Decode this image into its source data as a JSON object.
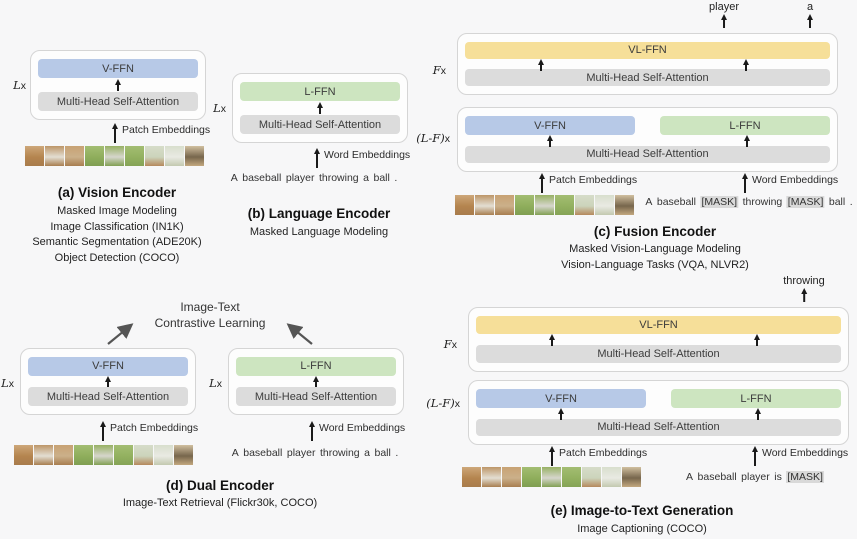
{
  "colors": {
    "v_ffn": "#b7c9e7",
    "l_ffn": "#cde5c0",
    "vl_ffn": "#f6df99",
    "mhsa": "#dcdcdc",
    "mask_bg": "#d9d9d9",
    "page_bg": "#f7f7f8",
    "arrow": "#1a1a1a",
    "diag_arrow": "#555555"
  },
  "labels": {
    "v_ffn": "V-FFN",
    "l_ffn": "L-FFN",
    "vl_ffn": "VL-FFN",
    "mhsa": "Multi-Head Self-Attention",
    "patch_embeddings": "Patch Embeddings",
    "word_embeddings": "Word Embeddings"
  },
  "multipliers": {
    "l": "L",
    "f": "F",
    "lf": "(L-F)",
    "times": "x"
  },
  "panels": {
    "a": {
      "title": "(a) Vision Encoder",
      "subtitle": [
        "Masked Image Modeling",
        "Image Classification (IN1K)",
        "Semantic Segmentation (ADE20K)",
        "Object Detection (COCO)"
      ]
    },
    "b": {
      "title": "(b) Language Encoder",
      "subtitle": [
        "Masked Language Modeling"
      ],
      "sentence_tokens": [
        "A",
        "baseball",
        "player",
        "throwing",
        "a",
        "ball",
        "."
      ]
    },
    "c": {
      "title": "(c) Fusion Encoder",
      "subtitle": [
        "Masked Vision-Language Modeling",
        "Vision-Language Tasks (VQA, NLVR2)"
      ],
      "outputs": [
        "player",
        "a"
      ],
      "sentence_tokens": [
        "A",
        "baseball",
        "[MASK]",
        "throwing",
        "[MASK]",
        "ball",
        "."
      ]
    },
    "d": {
      "title": "(d) Dual Encoder",
      "subtitle": [
        "Image-Text Retrieval (Flickr30k, COCO)"
      ],
      "objective": [
        "Image-Text",
        "Contrastive Learning"
      ],
      "sentence_tokens": [
        "A",
        "baseball",
        "player",
        "throwing",
        "a",
        "ball",
        "."
      ]
    },
    "e": {
      "title": "(e) Image-to-Text Generation",
      "subtitle": [
        "Image Captioning (COCO)"
      ],
      "output": "throwing",
      "sentence_tokens": [
        "A",
        "baseball",
        "player",
        "is",
        "[MASK]"
      ]
    }
  },
  "patches": [
    [
      "#cda77a",
      "#b5854f",
      "#a87c4c"
    ],
    [
      "#bd9668",
      "#e3ded2",
      "#a87e50"
    ],
    [
      "#c8a274",
      "#cbb08a",
      "#a87e50"
    ],
    [
      "#a3bd72",
      "#8fae5c",
      "#7f9e52"
    ],
    [
      "#97b164",
      "#d6d6cc",
      "#82a054"
    ],
    [
      "#a3bd72",
      "#93b160",
      "#85a356"
    ],
    [
      "#d6dcc9",
      "#ccd4bb",
      "#b5895d"
    ],
    [
      "#d8decd",
      "#e9eae3",
      "#c3c9b0"
    ],
    [
      "#d0bf9f",
      "#77664c",
      "#c3a87f"
    ]
  ]
}
